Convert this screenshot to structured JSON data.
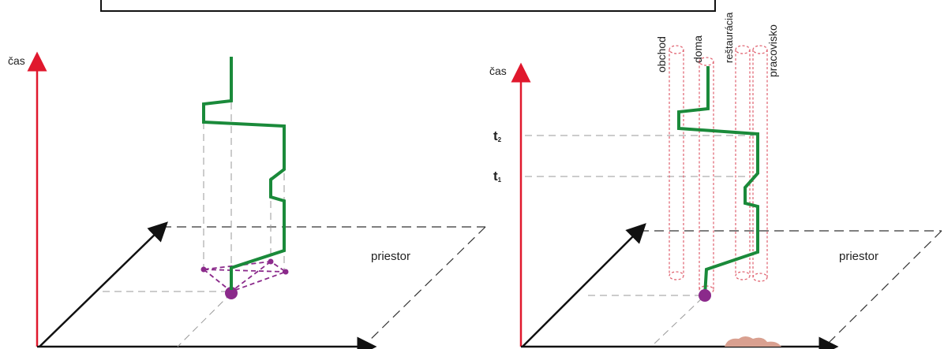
{
  "left_diagram": {
    "time_label": "čas",
    "space_label": "priestor"
  },
  "right_diagram": {
    "time_label": "čas",
    "space_label": "priestor",
    "t2_label": "t",
    "t2_sub": "2",
    "t1_label": "t",
    "t1_sub": "1",
    "places": [
      "obchod",
      "doma",
      "reštaurácia",
      "pracovisko"
    ]
  },
  "colors": {
    "time_axis": "#e0182d",
    "path": "#1a8a3a",
    "prism": "#8b2a8b",
    "place_column": "#e0606e",
    "guide": "#888888",
    "axis": "#111111"
  }
}
